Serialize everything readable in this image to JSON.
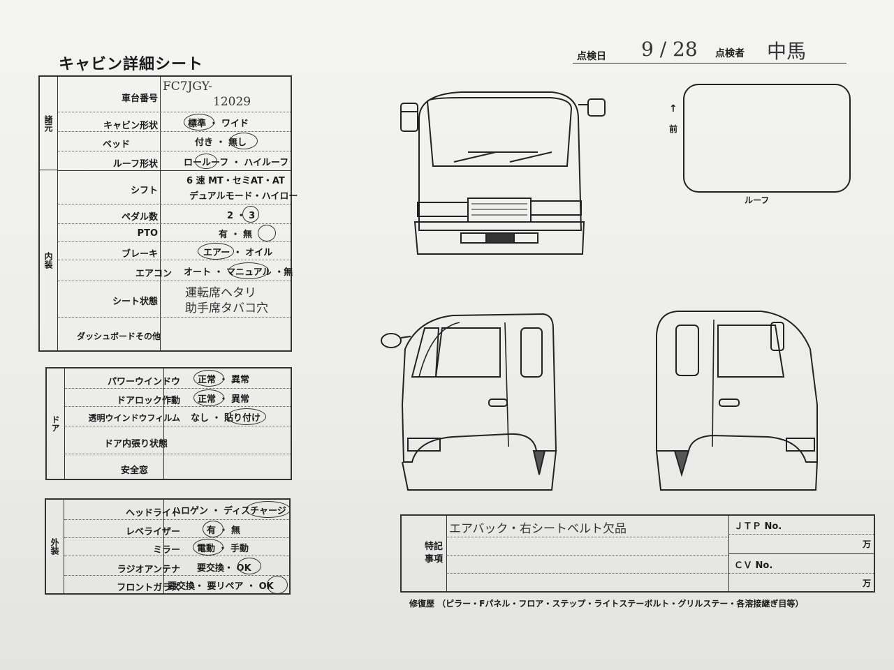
{
  "header": {
    "title": "キャビン詳細シート",
    "inspection_date_label": "点検日",
    "inspection_date_value": "9 / 28",
    "inspector_label": "点検者",
    "inspector_value": "中馬"
  },
  "specs": {
    "section_label": "諸元",
    "rows": [
      {
        "label": "車台番号",
        "value": "FC7JGY-",
        "value2": "12029"
      },
      {
        "label": "キャビン形状",
        "value": "標準 ・ ワイド"
      },
      {
        "label": "ベッド",
        "value": "付き ・ 無し"
      },
      {
        "label": "ルーフ形状",
        "value": "ロールーフ ・ ハイルーフ"
      }
    ]
  },
  "interior": {
    "section_label": "内装",
    "rows": [
      {
        "label": "シフト",
        "value": "6 速 MT・セミAT・AT",
        "value2": "デュアルモード・ハイロー"
      },
      {
        "label": "ペダル数",
        "value": "2 ・ 3"
      },
      {
        "label": "PTO",
        "value": "有 ・ 無"
      },
      {
        "label": "ブレーキ",
        "value": "エアー ・ オイル"
      },
      {
        "label": "エアコン",
        "value": "オート ・ マニュアル ・無"
      },
      {
        "label": "シート状態",
        "value": "運転席ヘタリ",
        "value2": "助手席タバコ穴"
      },
      {
        "label": "ダッシュボードその他",
        "value": ""
      }
    ]
  },
  "door": {
    "section_label": "ドア",
    "rows": [
      {
        "label": "パワーウインドウ",
        "value": "正常 ・ 異常"
      },
      {
        "label": "ドアロック作動",
        "value": "正常 ・ 異常"
      },
      {
        "label": "透明ウインドウフィルム",
        "value": "なし ・ 貼り付け"
      },
      {
        "label": "ドア内張り状態",
        "value": ""
      },
      {
        "label": "安全窓",
        "value": ""
      }
    ]
  },
  "exterior": {
    "section_label": "外装",
    "rows": [
      {
        "label": "ヘッドライト",
        "value": "ハロゲン ・ ディスチャージ"
      },
      {
        "label": "レベライザー",
        "value": "有 ・ 無"
      },
      {
        "label": "ミラー",
        "value": "電動 ・ 手動"
      },
      {
        "label": "ラジオアンテナ",
        "value": "要交換・ OK"
      },
      {
        "label": "フロントガラス",
        "value": "要交換・ 要リペア ・ OK"
      }
    ]
  },
  "diagram": {
    "roof_label": "ルーフ",
    "front_label": "前",
    "front_arrow": "↑"
  },
  "notes": {
    "label": "特記事項",
    "text": "エアバック・右シートベルト欠品",
    "jtp_label": "ＪＴＰ No.",
    "cv_label": "ＣＶ No.",
    "unit": "万"
  },
  "footer": {
    "repair_history": "修復歴 （ピラー・Fパネル・フロア・ステップ・ライトステーボルト・グリルステー・各溶接継ぎ目等）"
  }
}
